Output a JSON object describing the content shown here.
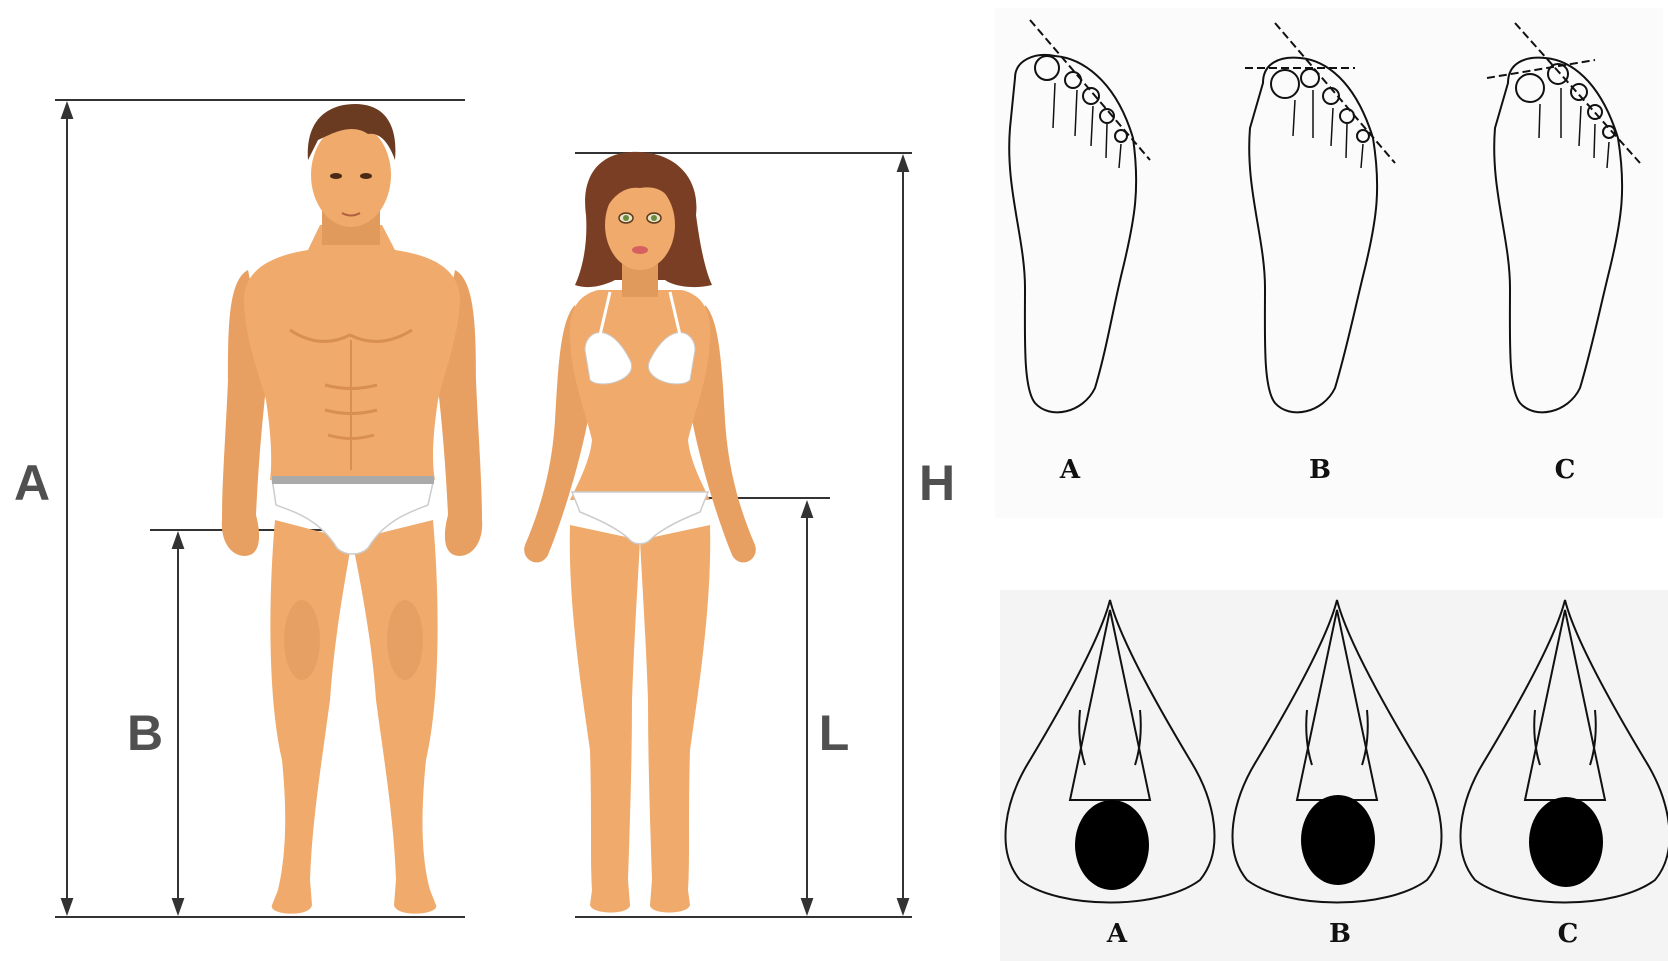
{
  "body_panel": {
    "labels": {
      "a": "A",
      "b": "B",
      "h": "H",
      "l": "L"
    },
    "colors": {
      "skin": "#efaa6c",
      "skin_shade": "#d98e52",
      "hair": "#6a3b20",
      "underwear": "#ffffff",
      "line": "#333333",
      "label": "#505050"
    }
  },
  "foot_panel": {
    "labels": {
      "a": "A",
      "b": "B",
      "c": "C"
    }
  },
  "nose_panel": {
    "labels": {
      "a": "A",
      "b": "B",
      "c": "C"
    }
  }
}
